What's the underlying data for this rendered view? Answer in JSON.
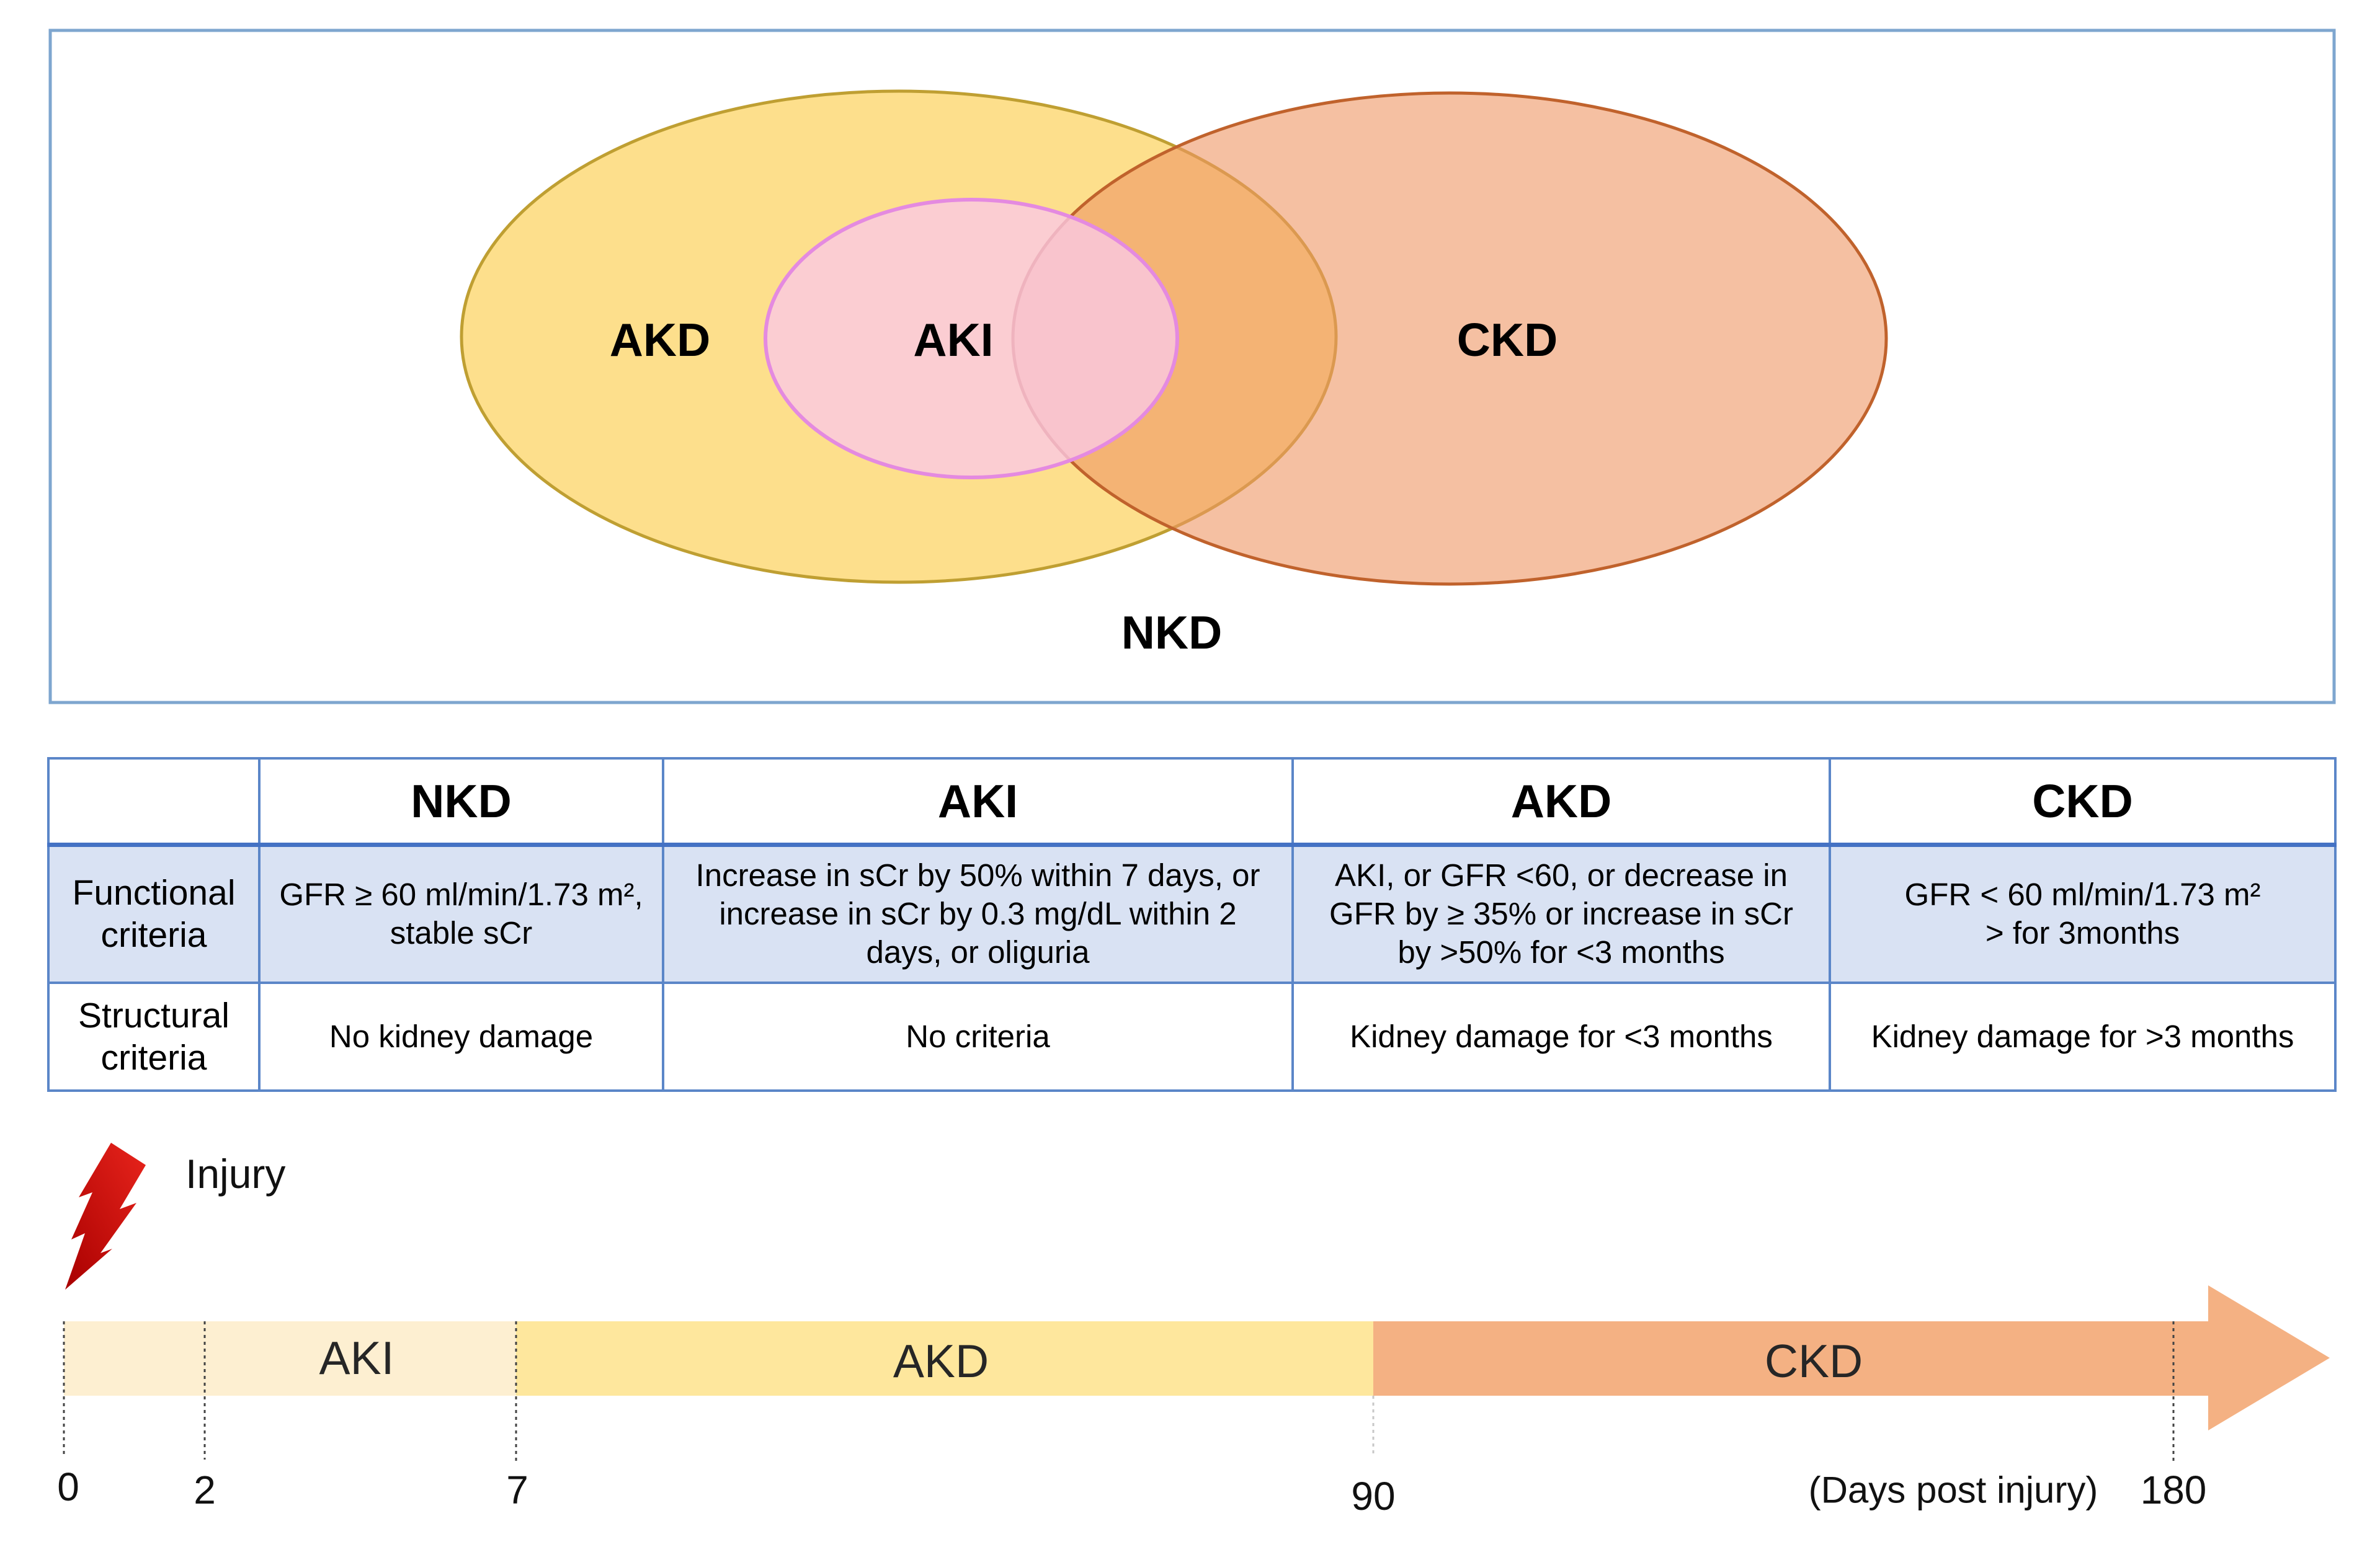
{
  "venn": {
    "labels": {
      "akd": "AKD",
      "aki": "AKI",
      "ckd": "CKD",
      "nkd": "NKD"
    }
  },
  "table": {
    "header": [
      "NKD",
      "AKI",
      "AKD",
      "CKD"
    ],
    "rows": [
      {
        "label": [
          "Functional",
          "criteria"
        ],
        "cells": [
          [
            "GFR ≥ 60 ml/min/1.73 m²,",
            "stable sCr"
          ],
          [
            "Increase in sCr by 50% within 7 days, or",
            "increase in sCr by 0.3 mg/dL within 2",
            "days, or oliguria"
          ],
          [
            "AKI, or GFR <60, or decrease in",
            "GFR by ≥ 35% or increase in sCr",
            "by >50% for <3 months"
          ],
          [
            "GFR < 60 ml/min/1.73 m²",
            "> for 3months"
          ]
        ]
      },
      {
        "label": [
          "Structural",
          "criteria"
        ],
        "cells": [
          [
            "No kidney damage"
          ],
          [
            "No criteria"
          ],
          [
            "Kidney damage for <3 months"
          ],
          [
            "Kidney damage for >3 months"
          ]
        ]
      }
    ]
  },
  "timeline": {
    "event_label": "Injury",
    "segments": [
      "AKI",
      "AKD",
      "CKD"
    ],
    "ticks": [
      "0",
      "2",
      "7",
      "90",
      "180"
    ],
    "axis_label": "(Days post injury)"
  },
  "colors": {
    "frame": "#7ea6cf",
    "akd_fill": "#fddf8c",
    "akd_stroke": "#bf9f32",
    "ckd_fill": "#ee9664",
    "ckd_stroke": "#c0622c",
    "aki_fill": "#fac8e4",
    "aki_stroke": "#e48ae0",
    "bar_aki": "#fdefd1",
    "bar_akd": "#fee79d",
    "bar_ckd": "#f4b183",
    "bolt_light": "#e8241c",
    "bolt_dark": "#a80000"
  }
}
